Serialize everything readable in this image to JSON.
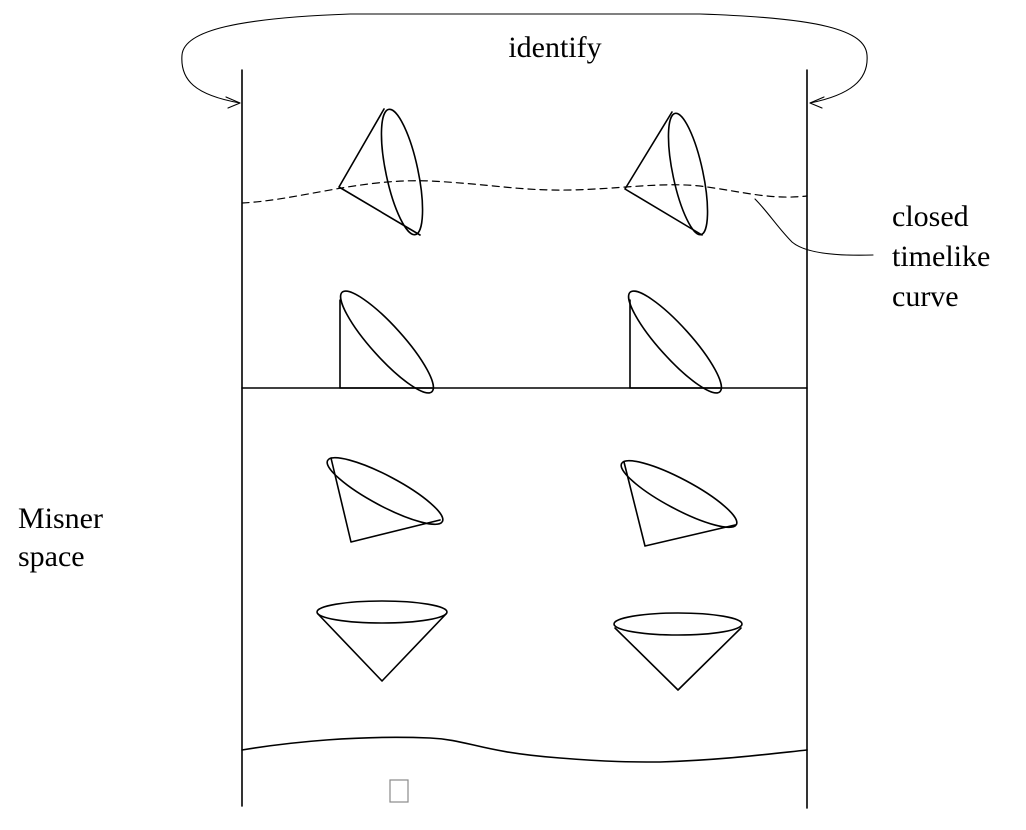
{
  "diagram": {
    "labels": {
      "identify": "identify",
      "curve_line1": "closed",
      "curve_line2": "timelike",
      "curve_line3": "curve",
      "space_line1": "Misner",
      "space_line2": "space"
    },
    "colors": {
      "ink": "#000000",
      "background": "#ffffff"
    }
  }
}
